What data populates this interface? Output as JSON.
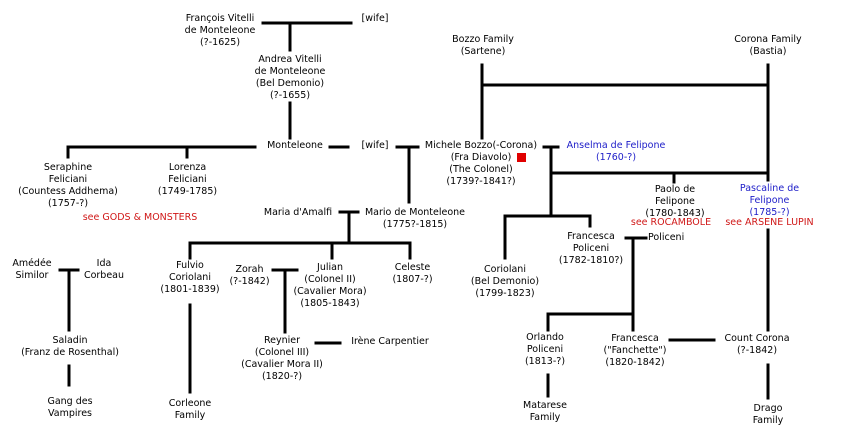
{
  "colors": {
    "line": "#000000",
    "link": "#d01818",
    "highlight": "#1c1cc8",
    "marker": "#e00000"
  },
  "people": {
    "francois": "François Vitelli\nde Monteleone\n(?-1625)",
    "wife1": "[wife]",
    "andrea": "Andrea Vitelli\nde Monteleone\n(Bel Demonio)\n(?-1655)",
    "bozzo_family": "Bozzo Family\n(Sartene)",
    "corona_family": "Corona Family\n(Bastia)",
    "monteleone": "Monteleone",
    "wife2": "[wife]",
    "michele": "Michele Bozzo(-Corona)\n(Fra Diavolo)\n(The Colonel)\n(1739?-1841?)",
    "anselma": "Anselma de Felipone\n(1760-?)",
    "seraphine": "Seraphine\nFeliciani\n(Countess Addhema)\n(1757-?)",
    "lorenza": "Lorenza\nFeliciani\n(1749-1785)",
    "paolo": "Paolo de\nFelipone\n(1780-1843)",
    "pascaline": "Pascaline de\nFelipone\n(1785-?)",
    "maria_amalfi": "Maria d'Amalfi",
    "mario": "Mario de Monteleone\n(1775?-1815)",
    "francesca_policeni": "Francesca\nPoliceni\n(1782-1810?)",
    "policeni": "Policeni",
    "amedee": "Amédée\nSimilor",
    "ida": "Ida\nCorbeau",
    "fulvio": "Fulvio\nCoriolani\n(1801-1839)",
    "zorah": "Zorah\n(?-1842)",
    "julian": "Julian\n(Colonel II)\n(Cavalier Mora)\n(1805-1843)",
    "celeste": "Celeste\n(1807-?)",
    "coriolani": "Coriolani\n(Bel Demonio)\n(1799-1823)",
    "saladin": "Saladin\n(Franz de Rosenthal)",
    "reynier": "Reynier\n(Colonel III)\n(Cavalier Mora II)\n(1820-?)",
    "irene": "Irène Carpentier",
    "orlando": "Orlando\nPoliceni\n(1813-?)",
    "fanchette": "Francesca\n(\"Fanchette\")\n(1820-1842)",
    "count_corona": "Count Corona\n(?-1842)",
    "gang": "Gang des\nVampires",
    "corleone": "Corleone\nFamily",
    "matarese": "Matarese\nFamily",
    "drago": "Drago\nFamily"
  },
  "links": {
    "gods": "see GODS & MONSTERS",
    "rocambole": "see ROCAMBOLE",
    "lupin": "see ARSENE LUPIN"
  }
}
